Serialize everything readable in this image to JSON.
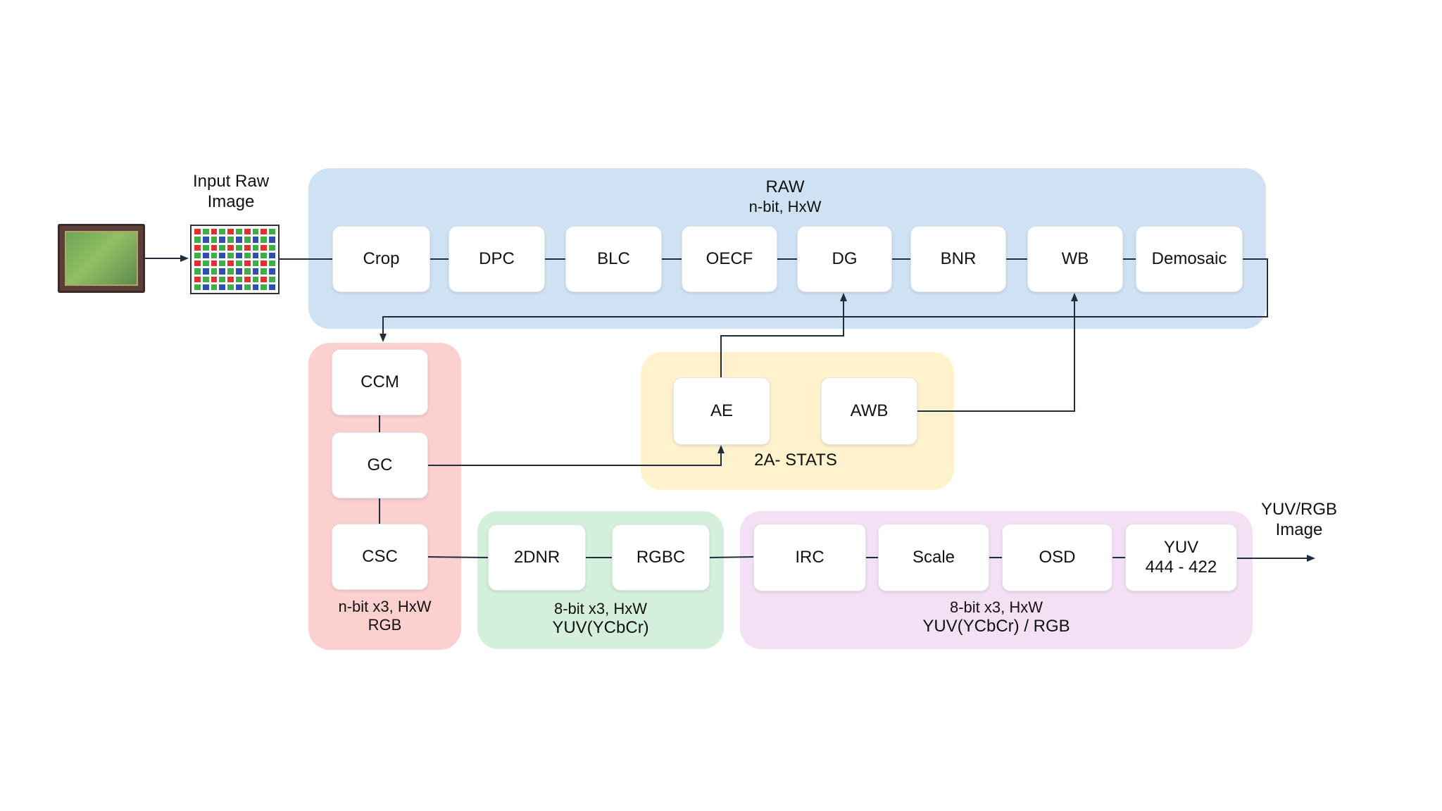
{
  "input": {
    "label_line1": "Input Raw",
    "label_line2": "Image"
  },
  "raw_region": {
    "title": "RAW",
    "subtitle": "n-bit, HxW",
    "color": "#cfe2f3",
    "blocks": [
      "Crop",
      "DPC",
      "BLC",
      "OECF",
      "DG",
      "BNR",
      "WB",
      "Demosaic"
    ]
  },
  "rgb_region": {
    "blocks": [
      "CCM",
      "GC",
      "CSC"
    ],
    "caption_line1": "n-bit x3, HxW",
    "caption_line2": "RGB",
    "color": "#fcd0cf"
  },
  "stats_region": {
    "blocks": [
      "AE",
      "AWB"
    ],
    "caption": "2A- STATS",
    "color": "#fff2cc"
  },
  "yuv_region_1": {
    "blocks": [
      "2DNR",
      "RGBC"
    ],
    "caption_line1": "8-bit x3, HxW",
    "caption_line2": "YUV(YCbCr)",
    "color": "#d4f0dc"
  },
  "yuv_region_2": {
    "blocks": [
      "IRC",
      "Scale",
      "OSD"
    ],
    "yuv_block_line1": "YUV",
    "yuv_block_line2": "444 - 422",
    "caption_line1": "8-bit x3, HxW",
    "caption_line2": "YUV(YCbCr) / RGB",
    "color": "#f4e0f4"
  },
  "output": {
    "label_line1": "YUV/RGB",
    "label_line2": "Image"
  },
  "bayer_colors": {
    "red": "#e0302f",
    "green": "#3fae49",
    "blue": "#2f4fb0"
  }
}
